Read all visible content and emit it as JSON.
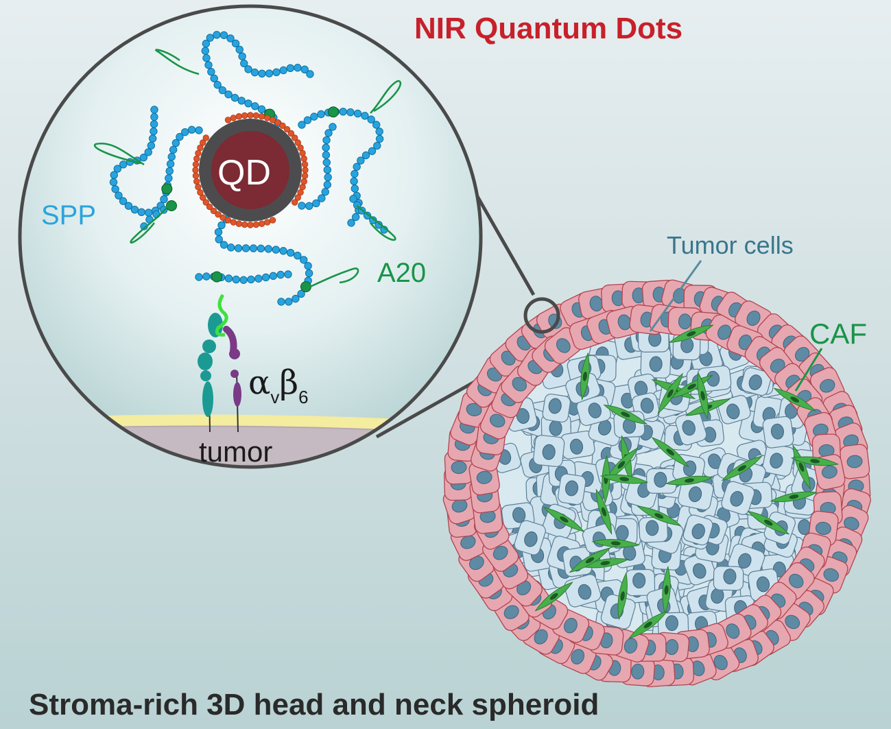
{
  "title": "NIR Quantum Dots",
  "caption": "Stroma-rich 3D head and neck spheroid",
  "labels": {
    "qd": "QD",
    "spp": "SPP",
    "a20": "A20",
    "tumor_cells": "Tumor cells",
    "caf": "CAF",
    "tumor": "tumor",
    "integrin_alpha": "α",
    "integrin_alpha_sub": "v",
    "integrin_beta": "β",
    "integrin_beta_sub": "6"
  },
  "colors": {
    "title": "#c8202a",
    "spp_bead": "#27a3e0",
    "a20_peptide": "#199448",
    "lipid": "#e0552a",
    "qd_core": "#7c2a33",
    "qd_shell": "#4c4c4e",
    "tumor_cell": "#cfe3ee",
    "stroma_cell": "#e7a7b0",
    "caf": "#47b04b",
    "nucleus": "#5f8aa4"
  },
  "icons": {
    "chain": "polymer-bead-chain",
    "receptor": "integrin-receptor"
  }
}
